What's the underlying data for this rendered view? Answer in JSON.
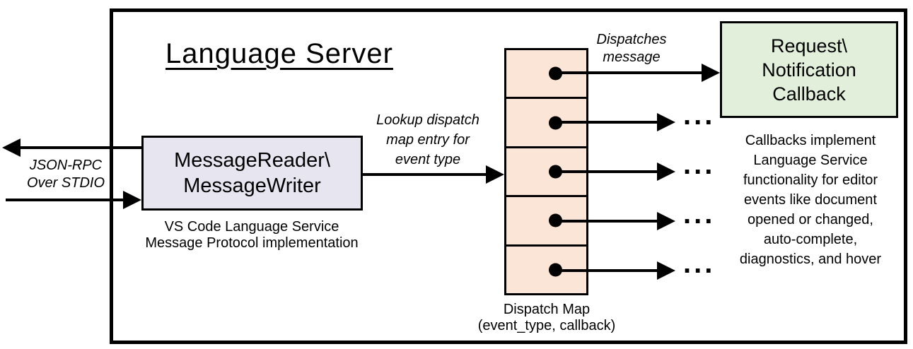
{
  "title": "Language Server",
  "colors": {
    "message_box_fill": "#e7e6f0",
    "dispatch_map_fill": "#fbe5d6",
    "callback_box_fill": "#e2efda",
    "line_color": "#000000"
  },
  "left_io": {
    "line1": "JSON-RPC",
    "line2": "Over STDIO"
  },
  "message_box": {
    "line1": "MessageReader\\",
    "line2": "MessageWriter"
  },
  "message_box_caption": {
    "line1": "VS Code Language Service",
    "line2": "Message Protocol implementation"
  },
  "lookup_label": {
    "line1": "Lookup dispatch",
    "line2": "map entry for",
    "line3": "event type"
  },
  "dispatches_label": {
    "line1": "Dispatches",
    "line2": "message"
  },
  "dispatch_map": {
    "rows": 5
  },
  "dispatch_caption": {
    "line1": "Dispatch Map",
    "line2": "(event_type, callback)"
  },
  "callback_box": {
    "line1": "Request\\",
    "line2": "Notification",
    "line3": "Callback"
  },
  "callbacks_note": {
    "line1": "Callbacks implement",
    "line2": "Language Service",
    "line3": "functionality for editor",
    "line4": "events like document",
    "line5": "opened or changed,",
    "line6": "auto-complete,",
    "line7": "diagnostics, and hover"
  },
  "ellipsis": "..."
}
